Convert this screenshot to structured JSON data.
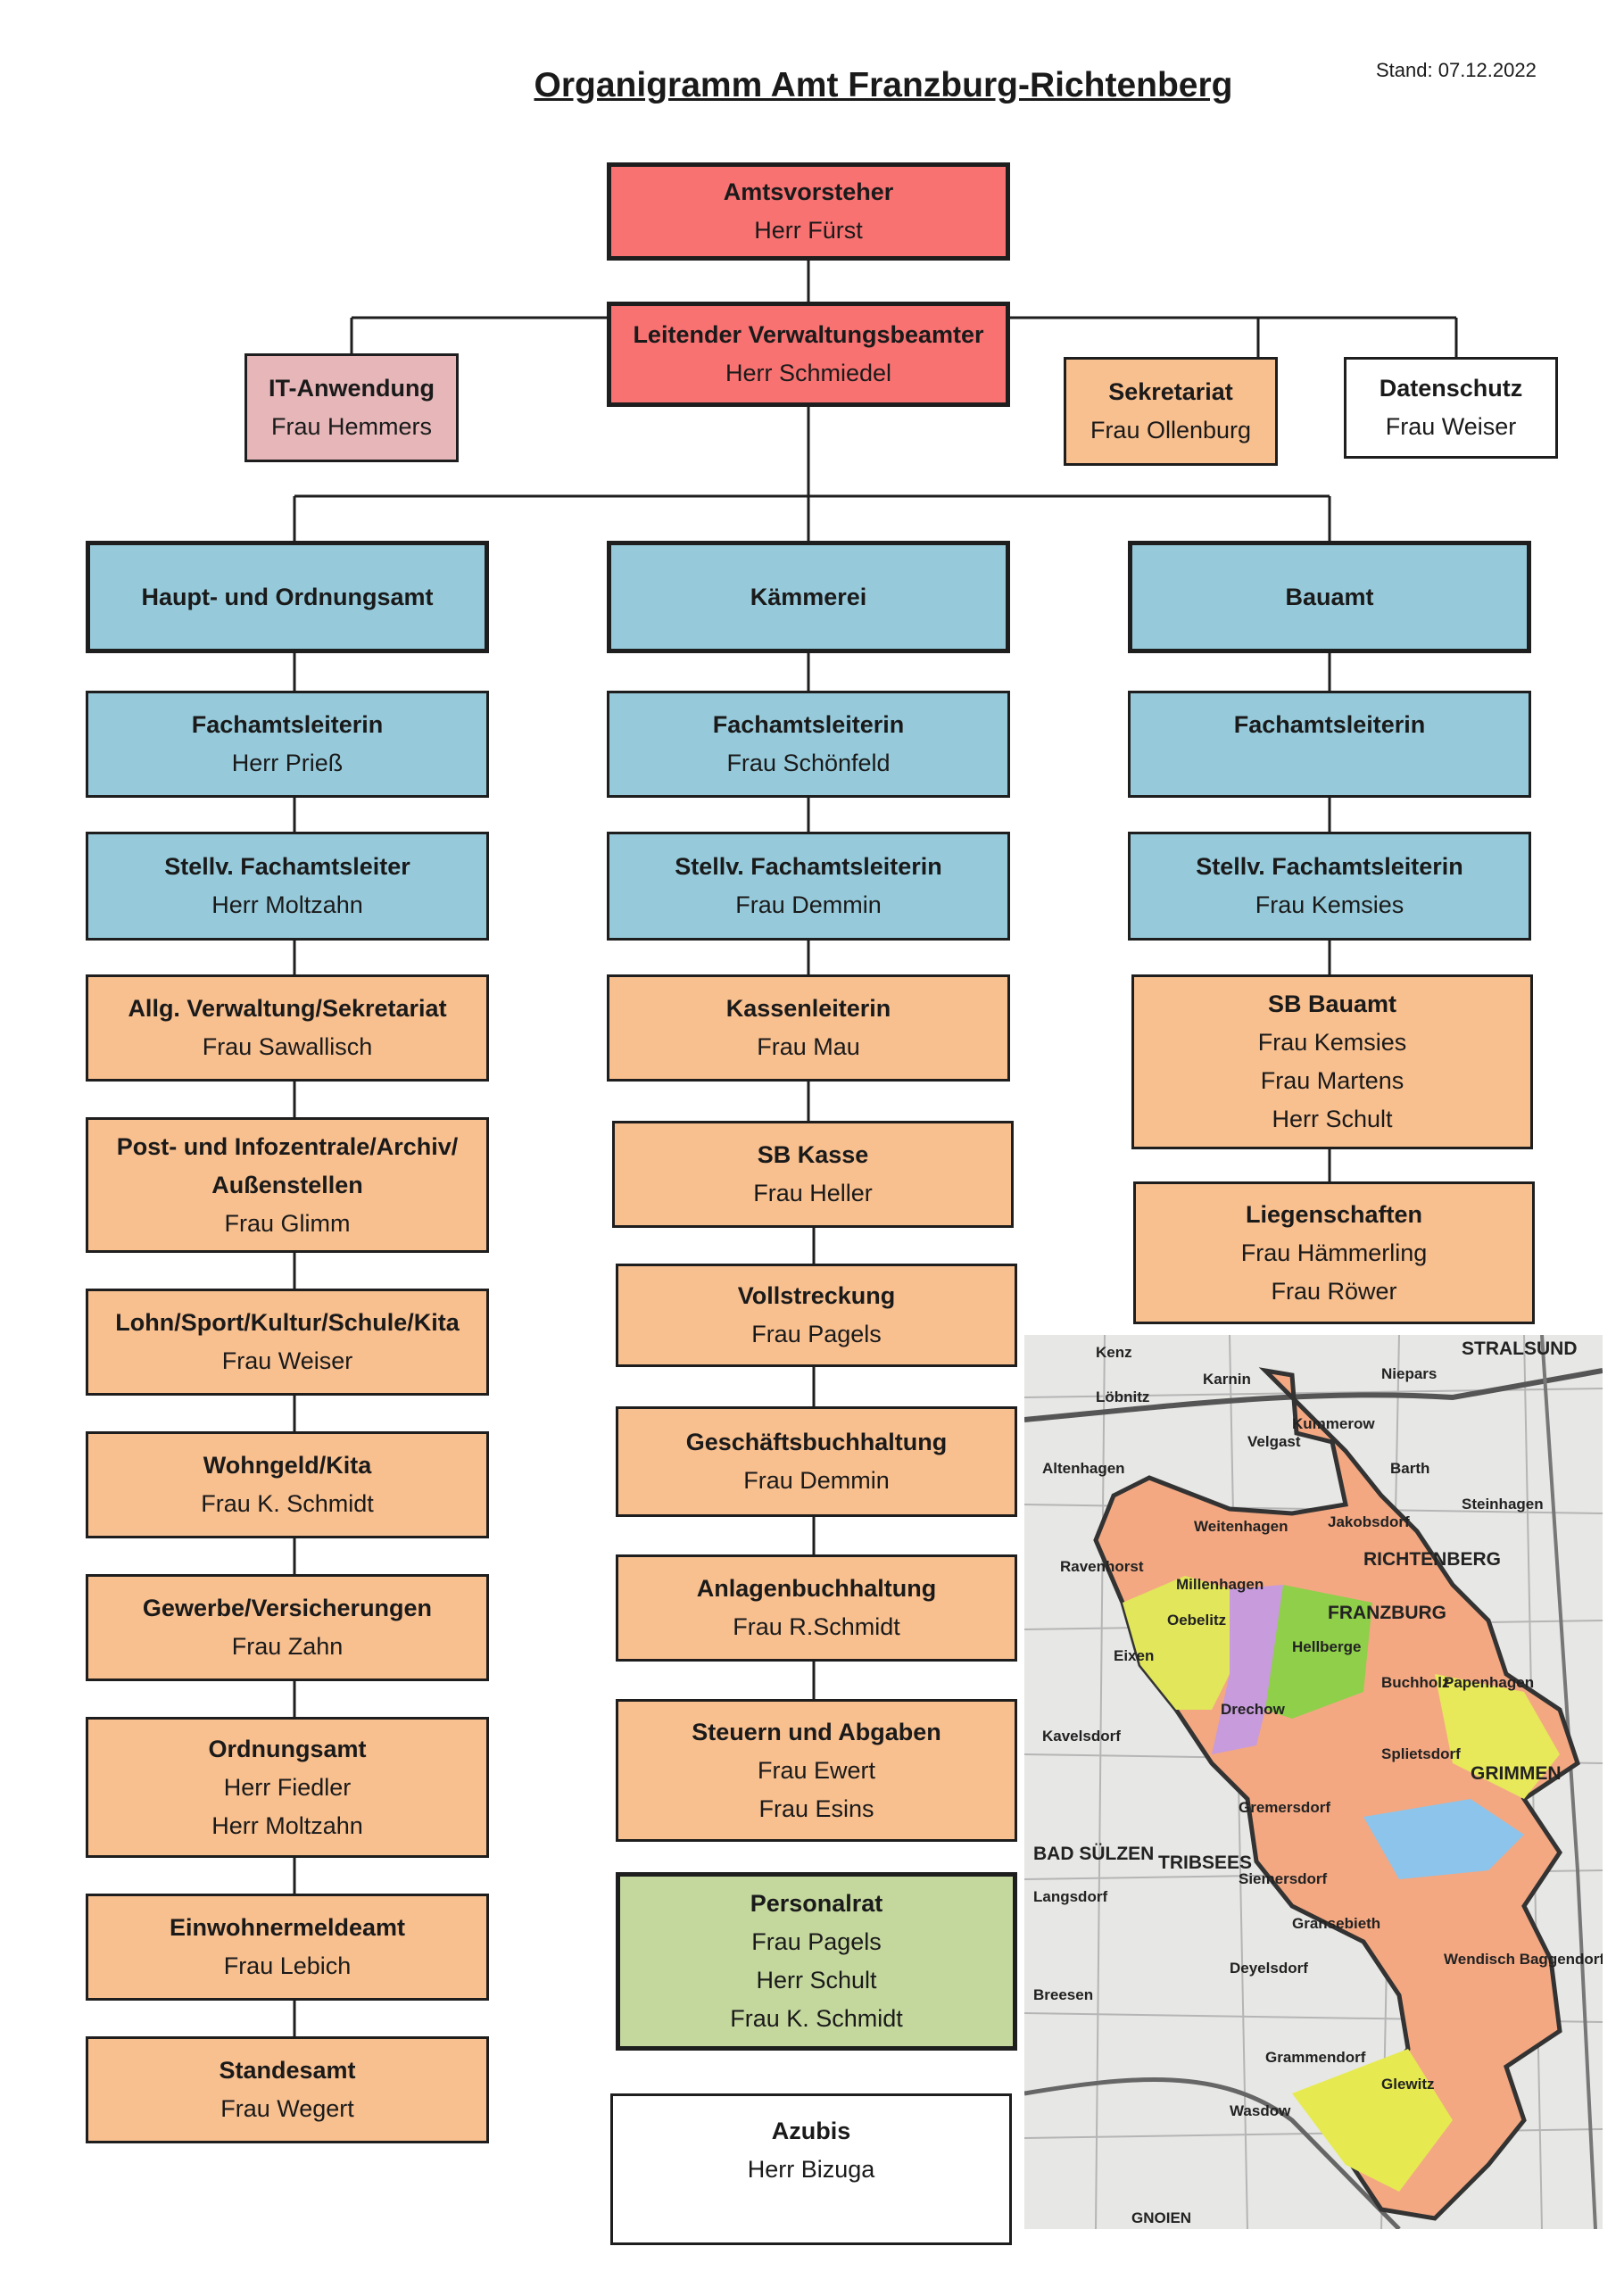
{
  "title": "Organigramm Amt Franzburg-Richtenberg",
  "stand": "Stand: 07.12.2022",
  "colors": {
    "leadership": "#f87272",
    "it": "#e6b6b8",
    "department": "#96cadb",
    "staff": "#f8bf8f",
    "council": "#c4d89e",
    "neutral": "#ffffff"
  },
  "top": {
    "amtsvorsteher": {
      "title": "Amtsvorsteher",
      "names": [
        "Herr Fürst"
      ]
    },
    "lvb": {
      "title": "Leitender Verwaltungsbeamter",
      "names": [
        "Herr Schmiedel"
      ]
    },
    "it": {
      "title": "IT-Anwendung",
      "names": [
        "Frau Hemmers"
      ]
    },
    "sekretariat": {
      "title": "Sekretariat",
      "names": [
        "Frau Ollenburg"
      ]
    },
    "datenschutz": {
      "title": "Datenschutz",
      "names": [
        "Frau Weiser"
      ]
    }
  },
  "columns": {
    "haupt": {
      "title": "Haupt- und Ordnungsamt",
      "units": [
        {
          "title": "Fachamtsleiterin",
          "names": [
            "Herr Prieß"
          ]
        },
        {
          "title": "Stellv. Fachamtsleiter",
          "names": [
            "Herr Moltzahn"
          ]
        },
        {
          "title": "Allg. Verwaltung/Sekretariat",
          "names": [
            "Frau Sawallisch"
          ]
        },
        {
          "title": "Post- und Infozentrale/Archiv/\nAußenstellen",
          "names": [
            "Frau Glimm"
          ]
        },
        {
          "title": "Lohn/Sport/Kultur/Schule/Kita",
          "names": [
            "Frau Weiser"
          ]
        },
        {
          "title": "Wohngeld/Kita",
          "names": [
            "Frau K. Schmidt"
          ]
        },
        {
          "title": "Gewerbe/Versicherungen",
          "names": [
            "Frau Zahn"
          ]
        },
        {
          "title": "Ordnungsamt",
          "names": [
            "Herr Fiedler",
            "Herr Moltzahn"
          ]
        },
        {
          "title": "Einwohnermeldeamt",
          "names": [
            "Frau Lebich"
          ]
        },
        {
          "title": "Standesamt",
          "names": [
            "Frau Wegert"
          ]
        }
      ]
    },
    "kaemmerei": {
      "title": "Kämmerei",
      "units": [
        {
          "title": "Fachamtsleiterin",
          "names": [
            "Frau Schönfeld"
          ]
        },
        {
          "title": "Stellv. Fachamtsleiterin",
          "names": [
            "Frau Demmin"
          ]
        },
        {
          "title": "Kassenleiterin",
          "names": [
            "Frau Mau"
          ]
        },
        {
          "title": "SB Kasse",
          "names": [
            "Frau Heller"
          ]
        },
        {
          "title": "Vollstreckung",
          "names": [
            "Frau Pagels"
          ]
        },
        {
          "title": "Geschäftsbuchhaltung",
          "names": [
            "Frau Demmin"
          ]
        },
        {
          "title": "Anlagenbuchhaltung",
          "names": [
            "Frau R.Schmidt"
          ]
        },
        {
          "title": "Steuern und Abgaben",
          "names": [
            "Frau Ewert",
            "Frau Esins"
          ]
        }
      ]
    },
    "bauamt": {
      "title": "Bauamt",
      "units": [
        {
          "title": "Fachamtsleiterin",
          "names": []
        },
        {
          "title": "Stellv. Fachamtsleiterin",
          "names": [
            "Frau Kemsies"
          ]
        },
        {
          "title": "SB Bauamt",
          "names": [
            "Frau Kemsies",
            "Frau Martens",
            "Herr Schult"
          ]
        },
        {
          "title": "Liegenschaften",
          "names": [
            "Frau Hämmerling",
            "Frau Röwer"
          ]
        }
      ]
    }
  },
  "extra": {
    "personalrat": {
      "title": "Personalrat",
      "names": [
        "Frau Pagels",
        "Herr Schult",
        "Frau K. Schmidt"
      ]
    },
    "azubis": {
      "title": "Azubis",
      "names": [
        "Herr Bizuga"
      ]
    }
  },
  "map": {
    "place_labels": [
      "STRALSUND",
      "Karnin",
      "Niepars",
      "Löbnitz",
      "Kenz",
      "Velgast",
      "Kummerow",
      "Altenhagen",
      "Barth",
      "Jakobsdorf",
      "Steinhagen",
      "Weitenhagen",
      "Ravenhorst",
      "RICHTENBERG",
      "Millenhagen",
      "FRANZBURG",
      "Oebelitz",
      "Hellberge",
      "Eixen",
      "Buchholz",
      "Papenhagen",
      "Drechow",
      "Splietsdorf",
      "GRIMMEN",
      "Kavelsdorf",
      "Gremersdorf",
      "BAD SÜLZEN",
      "TRIBSEES",
      "Siemersdorf",
      "Langsdorf",
      "Gransebieth",
      "Wendisch Baggendorf",
      "Deyelsdorf",
      "Breesen",
      "Grammendorf",
      "Glewitz",
      "Wasdow",
      "GNOIEN"
    ]
  }
}
